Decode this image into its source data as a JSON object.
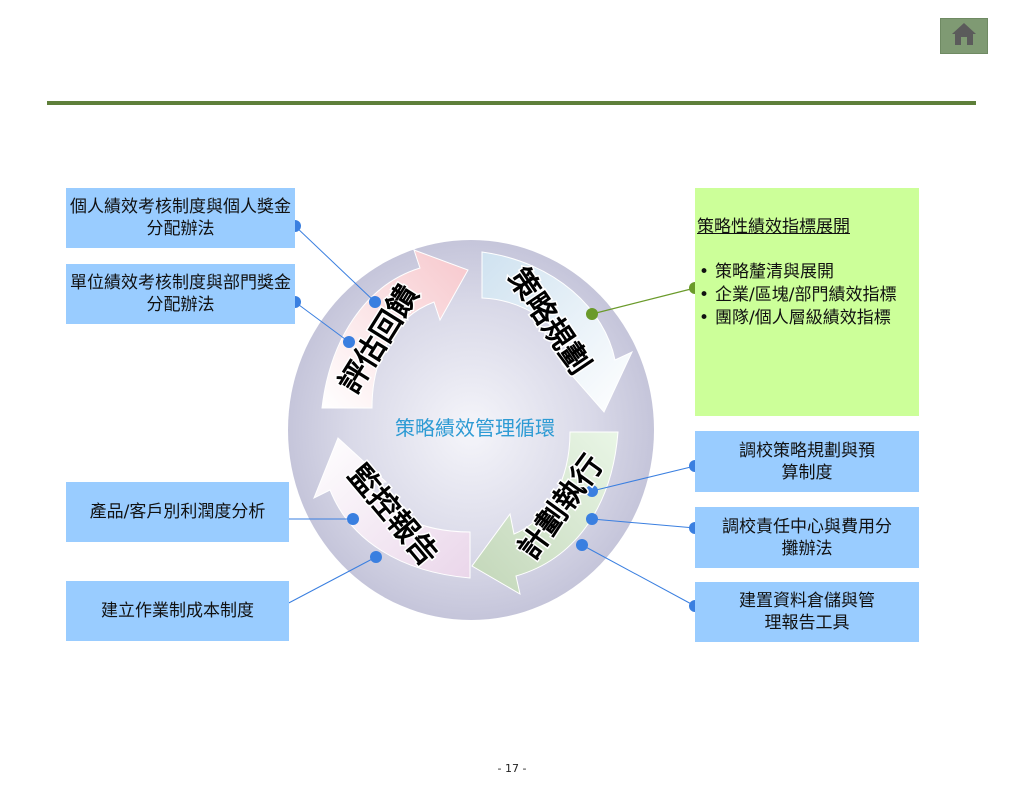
{
  "header": {
    "home_icon": "home-icon"
  },
  "cycle": {
    "center_label": "策略績效管理循環",
    "segments": {
      "plan": "策略規劃",
      "execute": "計劃執行",
      "monitor": "監控報告",
      "evaluate": "評估回饋"
    }
  },
  "left_boxes": {
    "box1": "個人績效考核制度與個人獎金分配辦法",
    "box2": "單位績效考核制度與部門獎金分配辦法",
    "box3": "產品/客戶別利潤度分析",
    "box4": "建立作業制成本制度"
  },
  "right_panel": {
    "heading": "策略性績效指標展開",
    "bullets": [
      "策略釐清與展開",
      "企業/區塊/部門績效指標",
      "團隊/個人層級績效指標"
    ]
  },
  "right_boxes": {
    "box1": "調校策略規劃與預算制度",
    "box2": "調校責任中心與費用分攤辦法",
    "box3": "建置資料倉儲與管理報告工具"
  },
  "footer": {
    "page_number": "- 17 -"
  },
  "colors": {
    "box_blue": "#99ccff",
    "panel_green": "#ccff99",
    "rule_green": "#5e7f3a",
    "connector_blue": "#3a7fe0",
    "connector_green": "#6a9a2a",
    "center_text": "#2e9bd4"
  }
}
